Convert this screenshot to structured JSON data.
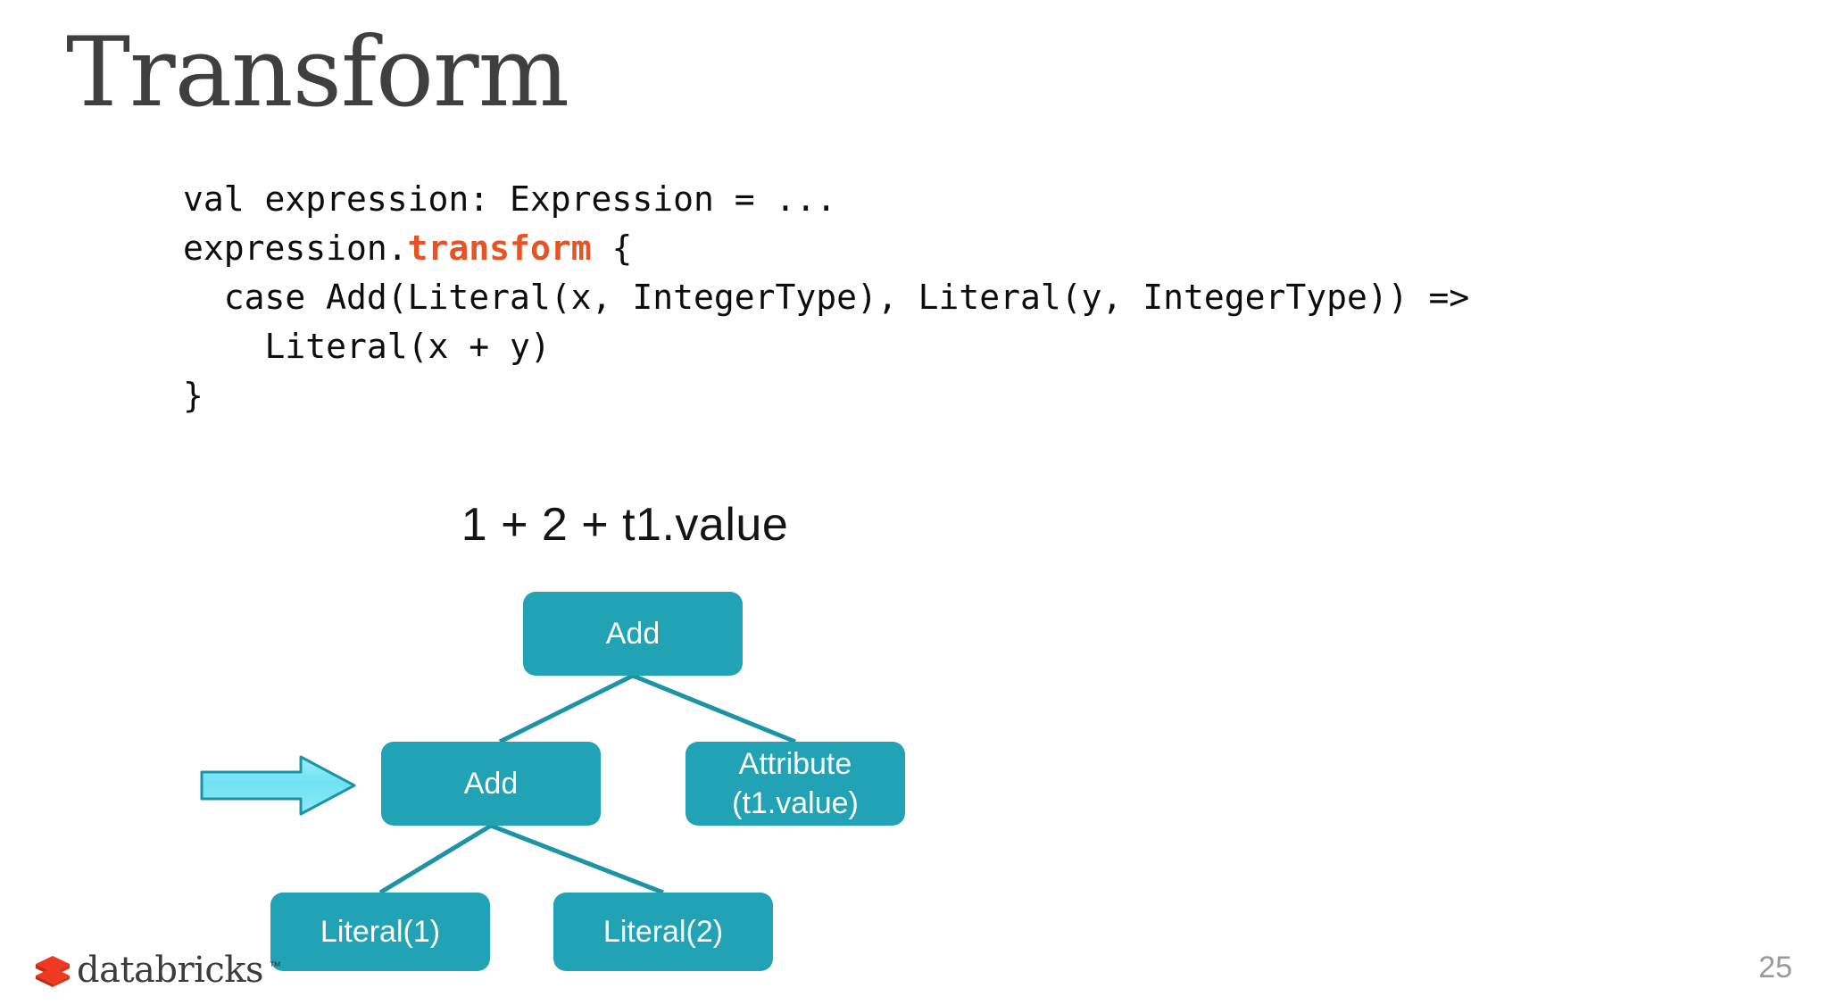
{
  "slide": {
    "title": "Transform",
    "page_number": "25",
    "background_color": "#ffffff",
    "title_color": "#3f3f3f"
  },
  "code": {
    "language": "scala",
    "keyword_color": "#e65426",
    "text_color": "#0d0d0d",
    "line1": "val expression: Expression = ...",
    "line2_prefix": "expression.",
    "line2_keyword": "transform",
    "line2_suffix": " {",
    "line3": "  case Add(Literal(x, IntegerType), Literal(y, IntegerType)) =>",
    "line4": "    Literal(x + y)",
    "line5": "}"
  },
  "diagram": {
    "caption": "1 + 2 + t1.value",
    "node_color": "#21a2b5",
    "node_text_color": "#ffffff",
    "edge_color": "#1d93a6",
    "arrow_fill": "#7de4f4",
    "arrow_border": "#1d93a6",
    "nodes": [
      {
        "id": "root",
        "label": "Add"
      },
      {
        "id": "add2",
        "label": "Add"
      },
      {
        "id": "attribute",
        "label": "Attribute\n(t1.value)"
      },
      {
        "id": "literal1",
        "label": "Literal(1)"
      },
      {
        "id": "literal2",
        "label": "Literal(2)"
      }
    ],
    "edges": [
      {
        "from": "root",
        "to": "add2"
      },
      {
        "from": "root",
        "to": "attribute"
      },
      {
        "from": "add2",
        "to": "literal1"
      },
      {
        "from": "add2",
        "to": "literal2"
      }
    ],
    "arrow_points_at": "add2"
  },
  "footer": {
    "brand": "databricks",
    "trademark": "™",
    "brand_color": "#3c3c3c",
    "logo_color": "#ef3a23"
  }
}
